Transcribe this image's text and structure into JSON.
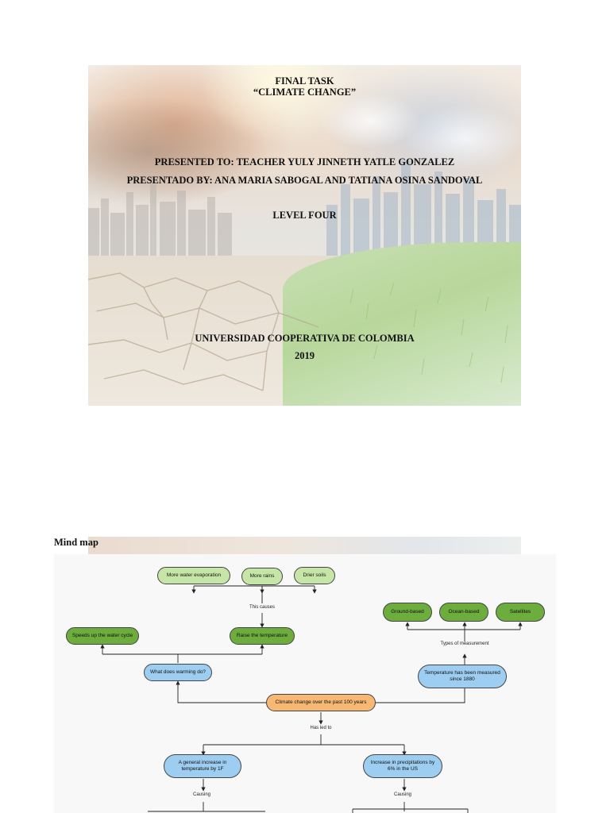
{
  "cover": {
    "title_line1": "FINAL TASK",
    "title_line2": "“CLIMATE CHANGE”",
    "presented_to": "PRESENTED TO: TEACHER YULY JINNETH YATLE GONZALEZ",
    "presented_by": "PRESENTADO BY: ANA MARIA SABOGAL AND TATIANA OSINA SANDOVAL",
    "level": "LEVEL FOUR",
    "university": "UNIVERSIDAD COOPERATIVA DE COLOMBIA",
    "year": "2019"
  },
  "mind_map": {
    "heading": "Mind map",
    "nodes": {
      "evaporation": "More water evaporation",
      "rains": "More rains",
      "soils": "Drier soils",
      "water_cycle": "Speeds up the water cycle",
      "raise_temp": "Raise the temperature",
      "warming_q": "What does warming do?",
      "ground": "Ground-based",
      "ocean": "Ocean-based",
      "satellites": "Satellites",
      "measured": "Temperature has been measured since 1880",
      "center": "Climate change over the past 100 years",
      "general_increase": "A general increase in temperature by 1F",
      "precipitation": "Increase in precipitations by 6% in the US"
    },
    "labels": {
      "this_causes": "This causes",
      "types": "Types of measurement",
      "has_led": "Has led to",
      "causing_left": "Causing",
      "causing_right": "Causing"
    },
    "colors": {
      "light_green": "#c6e6a8",
      "dark_green": "#6cad3d",
      "blue": "#9dcdf1",
      "orange": "#f6b873"
    }
  }
}
